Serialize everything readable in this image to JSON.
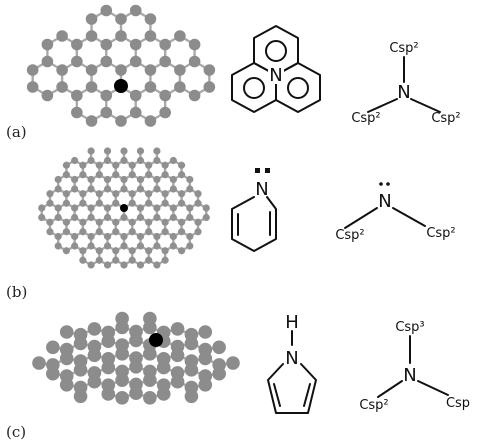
{
  "panels": [
    {
      "label": "(a)",
      "center_atom": "N",
      "bonded_to": [
        "Csp²",
        "Csp²",
        "Csp²"
      ],
      "lone_pair": false,
      "hydrogen": ""
    },
    {
      "label": "(b)",
      "center_atom": "N",
      "bonded_to": [
        "Csp²",
        "Csp²"
      ],
      "lone_pair": true,
      "hydrogen": ""
    },
    {
      "label": "(c)",
      "center_atom": "N",
      "bonded_to": [
        "Csp³",
        "Csp²",
        "Csp"
      ],
      "lone_pair": false,
      "hydrogen": "H"
    }
  ],
  "colors": {
    "lattice_atom": "#8c8c8c",
    "lattice_bond": "#a9a9a9",
    "dopant_atom": "#000000",
    "ink": "#111111"
  }
}
